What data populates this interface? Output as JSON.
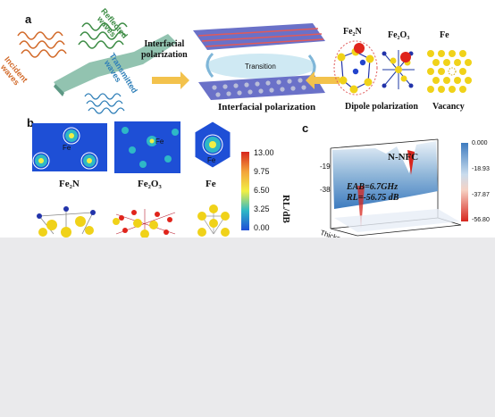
{
  "panel_a": {
    "label": "a",
    "wave_reflected": [
      "Reflected",
      "waves"
    ],
    "wave_incident": [
      "Incident",
      "waves"
    ],
    "wave_transmitted": [
      "Transmitted",
      "waves"
    ],
    "interfacial_arrow_label": [
      "Interfacial",
      "polarization"
    ],
    "transition_label": "Transition",
    "interfacial_caption": "Interfacial polarization",
    "electron_symbol": "e",
    "fe2n_label": "Fe₂N",
    "fe2o3_label": "Fe₂O₃",
    "fe_label": "Fe",
    "dipole_caption": "Dipole polarization",
    "vacancy_caption": "Vacancy",
    "colors": {
      "arrow": "#f3c24c",
      "slab": "#7fb9a2",
      "wave_green": "#3d8c45",
      "wave_orange": "#d26a2a",
      "wave_blue": "#2f7fb8"
    }
  },
  "panel_b": {
    "label": "b",
    "maps": [
      {
        "name": "Fe₂N",
        "atom_label": "Fe"
      },
      {
        "name": "Fe₂O₃",
        "atom_label": "Fe"
      },
      {
        "name": "Fe",
        "atom_label": "Fe"
      }
    ],
    "colorbar_ticks": [
      "13.00",
      "9.75",
      "6.50",
      "3.25",
      "0.00"
    ],
    "colorbar_colors": [
      "#d7261e",
      "#f3a33a",
      "#f2ef45",
      "#2eb8c6",
      "#1e4fd6"
    ]
  },
  "panel_c": {
    "label": "c",
    "title": "N-NFC",
    "zlabel": "RL/dB",
    "annotation_eab": "EAB=6.7GHz",
    "annotation_rl": "RL=-56.75 dB",
    "axis_ticks": [
      "-19",
      "-38"
    ],
    "colorbar_ticks": [
      "0.000",
      "-18.93",
      "-37.87",
      "-56.80"
    ],
    "colorbar_colors": [
      "#3d7bbf",
      "#c9dced",
      "#f6d2c4",
      "#d7261e"
    ],
    "bottom_axis_fragment": "Thickness (mm)"
  }
}
